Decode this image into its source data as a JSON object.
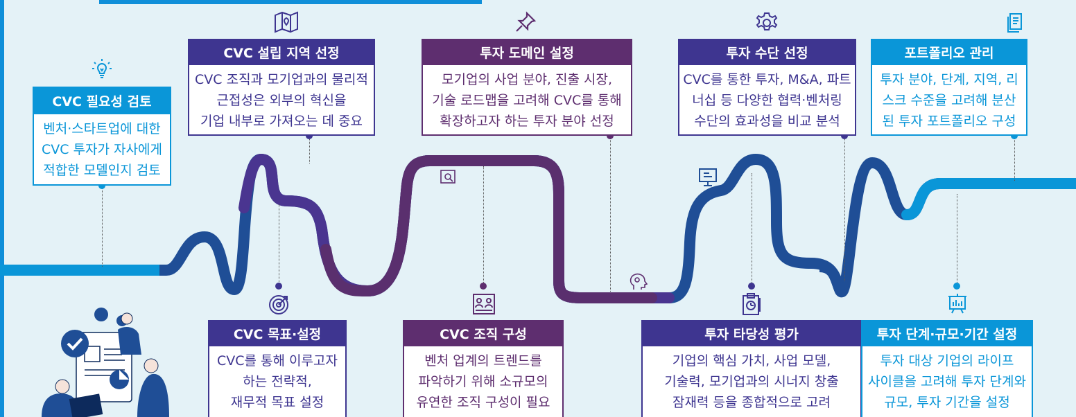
{
  "colors": {
    "sky": "#0a96d8",
    "navy": "#1f4e96",
    "indigo": "#3e3590",
    "plum": "#5e2e6f",
    "background": "#e4f2f7"
  },
  "steps": [
    {
      "title": "CVC 필요성 검토",
      "lines": [
        "벤처·스타트업에 대한",
        "CVC 투자가 자사에게",
        "적합한 모델인지 검토"
      ],
      "icon": "lightbulb-icon"
    },
    {
      "title": "CVC 설립 지역 선정",
      "lines": [
        "CVC 조직과 모기업과의 물리적",
        "근접성은 외부의 혁신을",
        "기업 내부로 가져오는 데 중요"
      ],
      "icon": "map-icon"
    },
    {
      "title": "CVC 목표·설정",
      "lines": [
        "CVC를 통해 이루고자",
        "하는 전략적,",
        "재무적 목표 설정"
      ],
      "icon": "target-icon"
    },
    {
      "title": "CVC 조직 구성",
      "lines": [
        "벤처 업계의 트렌드를",
        "파악하기 위해 소규모의",
        "유연한 조직 구성이 필요"
      ],
      "icon": "team-icon"
    },
    {
      "title": "투자 도메인 설정",
      "lines": [
        "모기업의 사업 분야, 진출 시장,",
        "기술 로드맵을 고려해 CVC를 통해",
        "확장하고자 하는 투자 분야 선정"
      ],
      "icon": "pin-icon"
    },
    {
      "title": "투자 타당성 평가",
      "lines": [
        "기업의 핵심 가치, 사업 모델,",
        "기술력, 모기업과의 시너지 창출",
        "잠재력 등을 종합적으로 고려"
      ],
      "icon": "clipboard-icon"
    },
    {
      "title": "투자 수단 선정",
      "lines": [
        "CVC를 통한 투자, M&A, 파트",
        "너십 등 다양한 협력·벤처링",
        "수단의 효과성을 비교 분석"
      ],
      "icon": "gear-icon"
    },
    {
      "title": "포트폴리오 관리",
      "lines": [
        "투자 분야, 단계, 지역, 리",
        "스크 수준을 고려해 분산",
        "된 투자 포트폴리오 구성"
      ],
      "icon": "document-icon"
    },
    {
      "title": "투자 단계·규모·기간 설정",
      "lines": [
        "투자 대상 기업의 라이프",
        "사이클을 고려해 투자 단계와",
        "규모, 투자 기간을 설정"
      ],
      "icon": "chart-board-icon"
    }
  ]
}
